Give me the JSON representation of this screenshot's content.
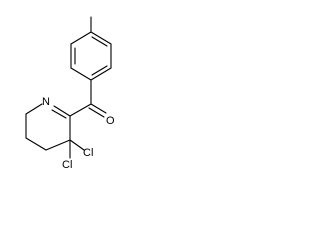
{
  "atom_labels": {
    "nitrogen": "N",
    "oxygen": "O",
    "chlorine_a": "Cl",
    "chlorine_b": "Cl"
  },
  "colors": {
    "bond": "#000000",
    "background": "#ffffff"
  }
}
